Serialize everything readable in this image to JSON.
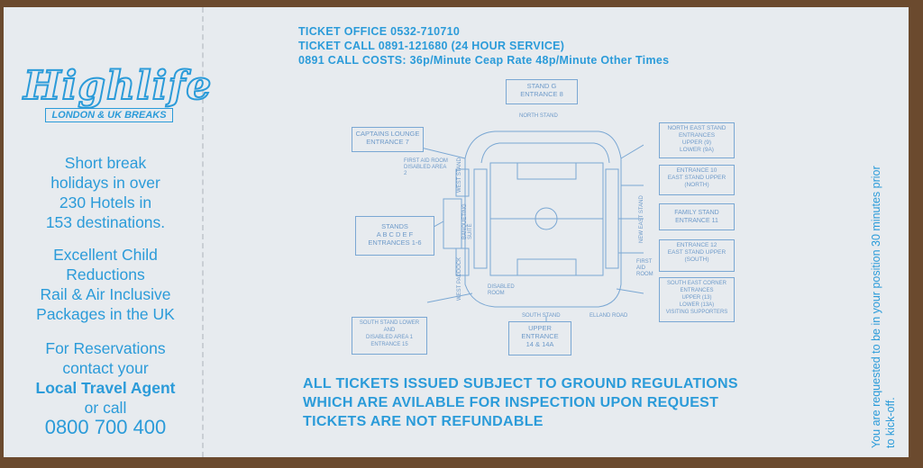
{
  "logo": {
    "title": "Highlife",
    "subtitle": "LONDON & UK BREAKS"
  },
  "stub": {
    "promo1": [
      "Short break",
      "holidays in over",
      "230 Hotels in",
      "153 destinations."
    ],
    "promo2": [
      "Excellent Child",
      "Reductions",
      "Rail & Air Inclusive",
      "Packages in the UK"
    ],
    "reserve": [
      "For Reservations",
      "contact your"
    ],
    "agent": "Local Travel Agent",
    "orcall": "or call",
    "phone": "0800 700 400"
  },
  "header": {
    "line1": "TICKET OFFICE 0532-710710",
    "line2": "TICKET CALL 0891-121680 (24 HOUR SERVICE)",
    "line3": "0891 CALL COSTS: 36p/Minute Ceap Rate  48p/Minute Other Times"
  },
  "map": {
    "stand_g": [
      "STAND G",
      "ENTRANCE 8"
    ],
    "captains": [
      "CAPTAINS LOUNGE",
      "ENTRANCE 7"
    ],
    "stands": [
      "STANDS",
      "A B C D E F",
      "ENTRANCES 1-6"
    ],
    "south_lower": [
      "SOUTH STAND LOWER",
      "AND",
      "DISABLED AREA 1",
      "ENTRANCE 15"
    ],
    "upper": [
      "UPPER",
      "ENTRANCE",
      "14 & 14A"
    ],
    "ne": [
      "NORTH EAST STAND",
      "ENTRANCES",
      "UPPER (9)",
      "LOWER (9A)"
    ],
    "e10": [
      "ENTRANCE 10",
      "EAST STAND UPPER",
      "(NORTH)"
    ],
    "family": [
      "FAMILY STAND",
      "ENTRANCE 11"
    ],
    "e12": [
      "ENTRANCE 12",
      "EAST STAND UPPER",
      "(SOUTH)"
    ],
    "se": [
      "SOUTH EAST CORNER",
      "ENTRANCES",
      "UPPER (13)",
      "LOWER (13A)",
      "VISITING SUPPORTERS"
    ],
    "north_stand": "NORTH STAND",
    "south_stand": "SOUTH STAND",
    "elland_road": "ELLAND ROAD",
    "first_aid_1": "FIRST AID ROOM DISABLED AREA 2",
    "first_aid_2": "FIRST AID ROOM",
    "west_stand": "WEST STAND",
    "east_stand": "NEW EAST STAND",
    "banqueting": "BANQUETING SUITE",
    "west_paddock": "WEST PADDOCK",
    "disabled_room": "DISABLED ROOM"
  },
  "footer": {
    "line1": "ALL TICKETS ISSUED SUBJECT TO GROUND REGULATIONS",
    "line2": "WHICH ARE AVILABLE FOR INSPECTION UPON REQUEST",
    "line3": "TICKETS ARE NOT REFUNDABLE"
  },
  "side_note": {
    "line1": "You are requested to be in your position 30 minutes prior",
    "line2": "to kick-off."
  },
  "colors": {
    "ink": "#2b9bd9",
    "paper": "#e7ebef",
    "background": "#6b4a2e"
  }
}
